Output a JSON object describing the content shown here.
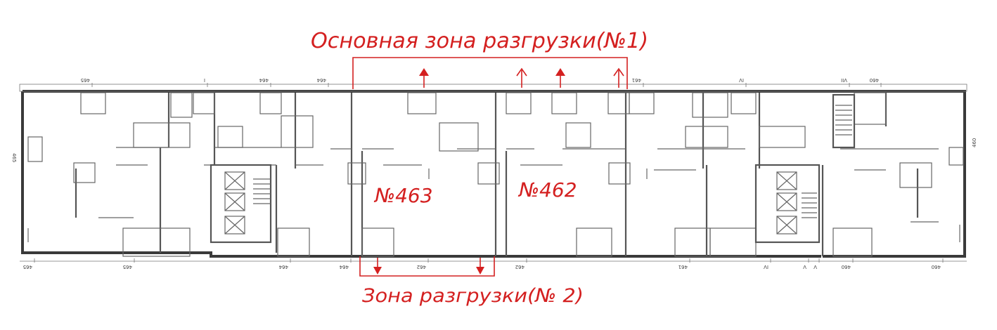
{
  "annotations": {
    "zone1": "Основная зона разгрузки(№1)",
    "zone2": "Зона разгрузки(№ 2)",
    "unit463": "№463",
    "unit462": "№462"
  },
  "axis_labels": {
    "top": [
      "465",
      "I",
      "464",
      "464",
      "461",
      "IV",
      "VII",
      "460"
    ],
    "bottom": [
      "465",
      "465",
      "464",
      "464",
      "462",
      "462",
      "461",
      "IV",
      "V",
      "V",
      "460",
      "460"
    ],
    "left": "465",
    "right": "460"
  },
  "colors": {
    "annotation": "#d42020",
    "walls": "#3a3a3a"
  }
}
